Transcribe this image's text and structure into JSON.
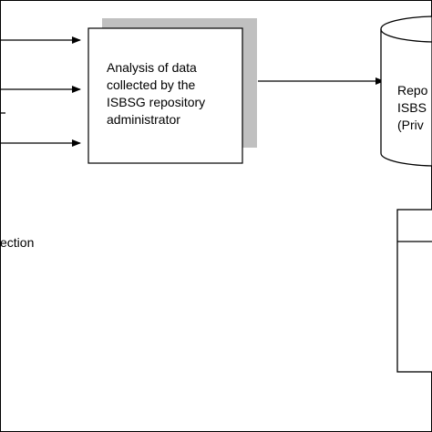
{
  "diagram": {
    "process_box": {
      "lines": [
        "Analysis of data",
        "collected by the",
        "ISBSG repository",
        "administrator"
      ]
    },
    "repository": {
      "lines": [
        "Repo",
        "ISBS",
        "(Priv"
      ]
    },
    "left_label": "ection",
    "colors": {
      "line": "#000000",
      "shadow": "#c0c0c0",
      "background": "#ffffff"
    }
  }
}
